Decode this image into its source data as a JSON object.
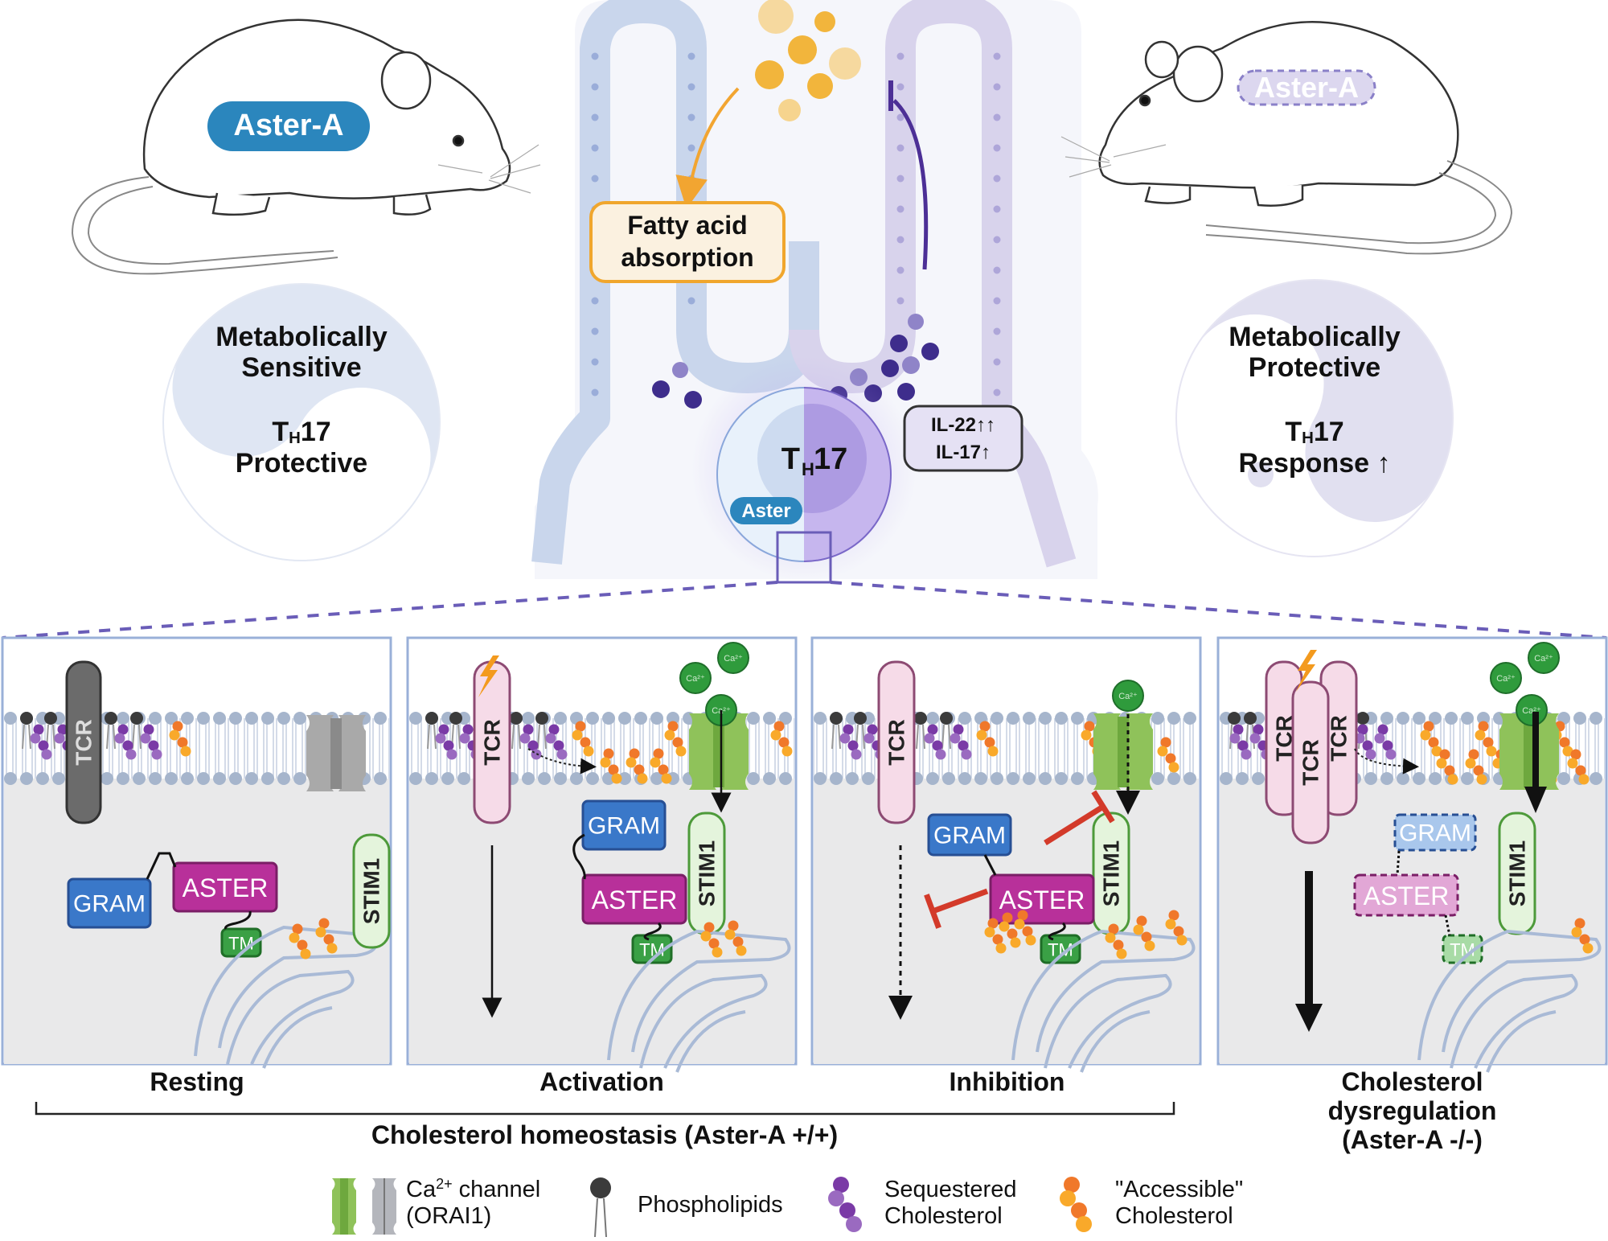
{
  "figure": {
    "top": {
      "left_mouse": {
        "badge": "Aster-A",
        "badge_state": "present",
        "yin_yang": {
          "line1": "Metabolically",
          "line2": "Sensitive",
          "th_main": "T",
          "th_sub": "H",
          "th_num": "17",
          "line4": "Protective"
        }
      },
      "right_mouse": {
        "badge": "Aster-A",
        "badge_state": "absent (dashed)",
        "yin_yang": {
          "line1": "Metabolically",
          "line2": "Protective",
          "th_main": "T",
          "th_sub": "H",
          "th_num": "17",
          "line4": "Response",
          "line4_arrow": "↑"
        }
      },
      "villus": {
        "fatty_acid_box": {
          "line1": "Fatty acid",
          "line2": "absorption"
        },
        "cell": {
          "th_main": "T",
          "th_sub": "H",
          "th_num": "17",
          "aster_badge": "Aster"
        },
        "cytokine_box": {
          "line1": "IL-22↑↑",
          "line2": "IL-17↑"
        }
      }
    },
    "panels": [
      {
        "id": "resting",
        "label": "Resting",
        "tcr_labels": [
          "TCR"
        ],
        "gram": "GRAM",
        "aster": "ASTER",
        "tm": "TM",
        "stim1": "STIM1",
        "ca_ions": []
      },
      {
        "id": "activation",
        "label": "Activation",
        "tcr_labels": [
          "TCR"
        ],
        "gram": "GRAM",
        "aster": "ASTER",
        "tm": "TM",
        "stim1": "STIM1",
        "ca_ions": [
          "Ca²⁺",
          "Ca²⁺",
          "Ca²⁺"
        ]
      },
      {
        "id": "inhibition",
        "label": "Inhibition",
        "tcr_labels": [
          "TCR"
        ],
        "gram": "GRAM",
        "aster": "ASTER",
        "tm": "TM",
        "stim1": "STIM1",
        "ca_ions": [
          "Ca²⁺"
        ]
      },
      {
        "id": "dysregulation",
        "label_lines": [
          "Cholesterol",
          "dysregulation",
          "(Aster-A -/-)"
        ],
        "tcr_labels": [
          "TCR",
          "TCR",
          "TCR"
        ],
        "gram": "GRAM",
        "aster": "ASTER",
        "tm": "TM",
        "stim1": "STIM1",
        "ca_ions": [
          "Ca²⁺",
          "Ca²⁺",
          "Ca²⁺"
        ]
      }
    ],
    "bracket_label": "Cholesterol homeostasis (Aster-A +/+)",
    "legend": [
      {
        "icon": "ca-channel-icon",
        "line1_pre": "Ca",
        "line1_sup": "2+",
        "line1_post": " channel",
        "line2": "(ORAI1)"
      },
      {
        "icon": "phospholipid-icon",
        "line1": "Phospholipids"
      },
      {
        "icon": "sequestered-cholesterol-icon",
        "line1": "Sequestered",
        "line2": "Cholesterol"
      },
      {
        "icon": "accessible-cholesterol-icon",
        "line1": "\"Accessible\"",
        "line2": "Cholesterol"
      }
    ],
    "colors": {
      "aster_badge": "#2b86bd",
      "gram": "#3a78c9",
      "aster": "#b8309a",
      "tm": "#3aa045",
      "stim1_fill": "#e4f4dc",
      "stim1_stroke": "#4d9a3a",
      "orai_green": "#8fc25a",
      "orai_gray": "#a9a9a9",
      "tcr_pink": "#f6dbe8",
      "tcr_stroke": "#8d4a73",
      "ca_ion": "#2f9b3c",
      "sequestered": "#7a3aa6",
      "accessible_a": "#f0782a",
      "accessible_b": "#f9a92a",
      "inhibit_red": "#d33a2a",
      "fatty_acid": "#f2b53c",
      "cytokine": "#3e2d8c",
      "villus_left": "#c9d6ec",
      "villus_right": "#d8d3ec",
      "panel_border": "#9ab0d8",
      "cytoplasm": "#e9e9ea"
    }
  }
}
